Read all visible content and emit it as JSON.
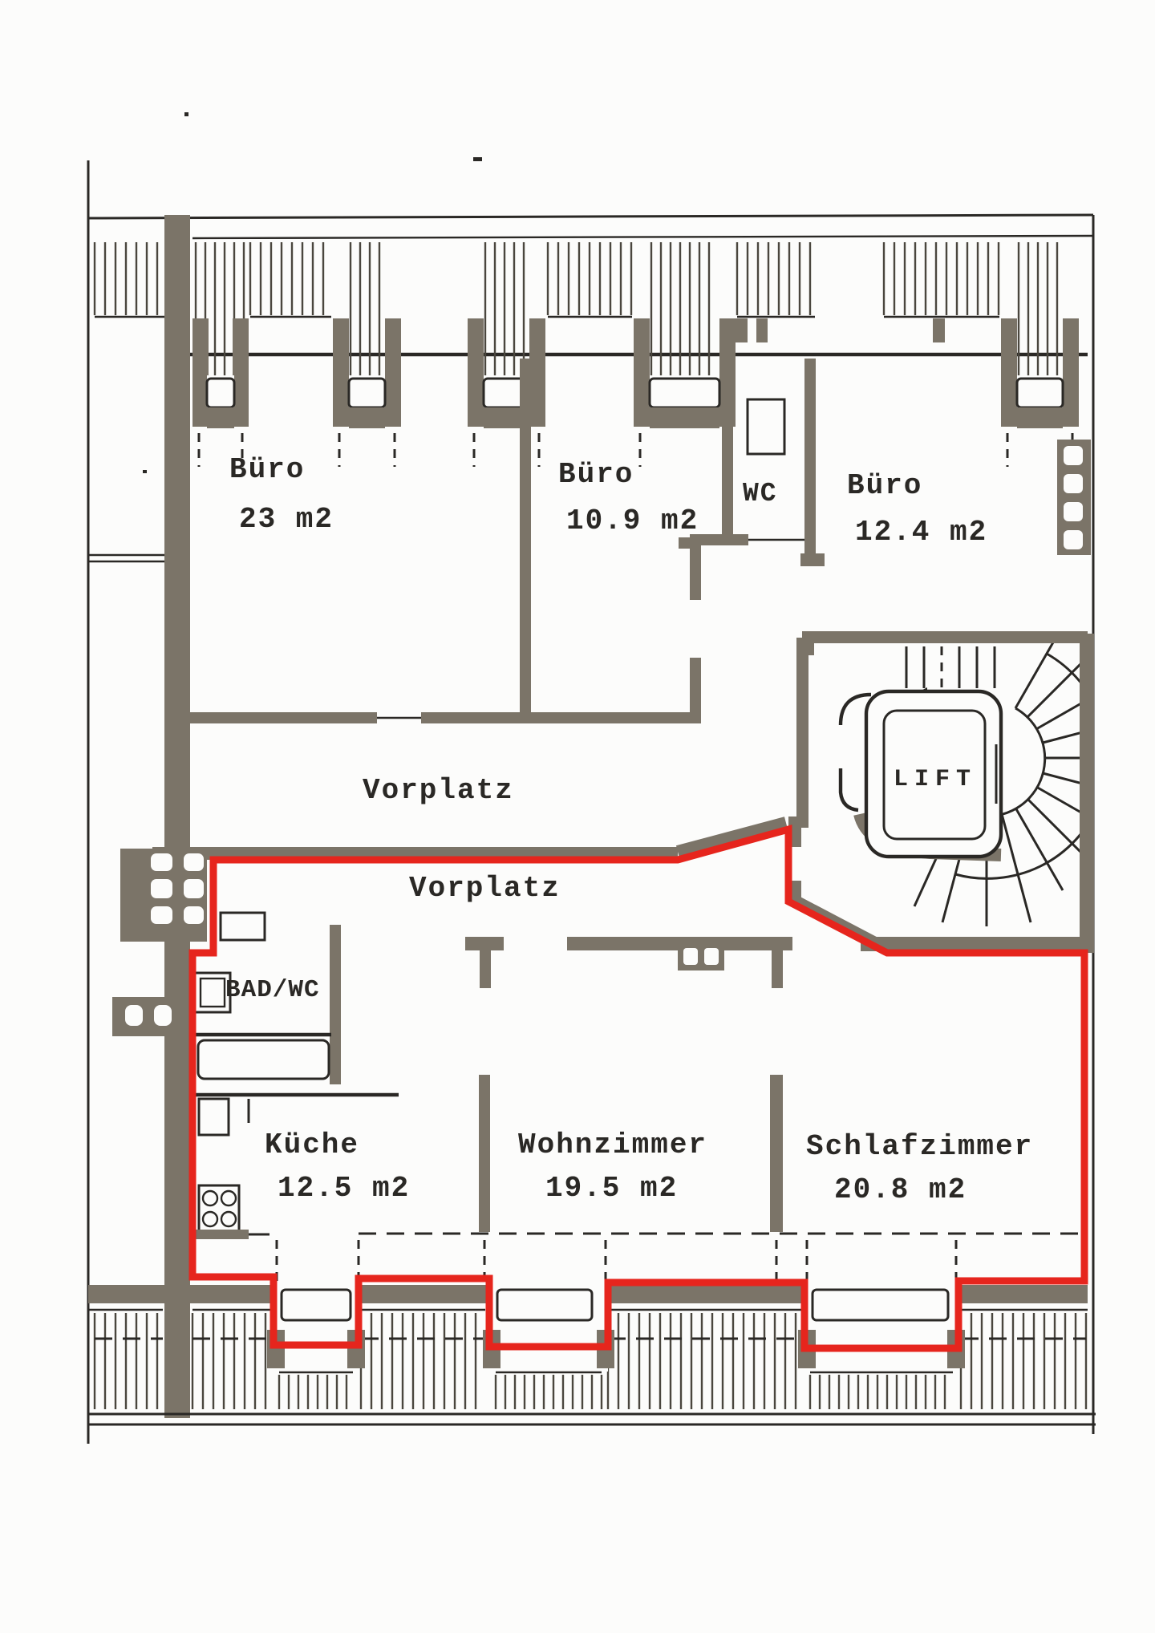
{
  "document": {
    "type": "scanned-floor-plan",
    "highlighted_unit_outline": "red",
    "floor_rooms": {
      "buero_links": {
        "name": "Büro",
        "area": "23 m2"
      },
      "buero_mitte": {
        "name": "Büro",
        "area": "10.9 m2"
      },
      "wc": {
        "name": "WC"
      },
      "buero_rechts": {
        "name": "Büro",
        "area": "12.4 m2"
      },
      "vorplatz_oben": {
        "name": "Vorplatz"
      },
      "lift": {
        "name": "LIFT"
      },
      "vorplatz_wohnung": {
        "name": "Vorplatz"
      },
      "bad_wc": {
        "name": "BAD/WC"
      },
      "kueche": {
        "name": "Küche",
        "area": "12.5 m2"
      },
      "wohnzimmer": {
        "name": "Wohnzimmer",
        "area": "19.5 m2"
      },
      "schlafzimmer": {
        "name": "Schlafzimmer",
        "area": "20.8 m2"
      }
    },
    "colors": {
      "highlight": "#e6251d",
      "wall": "#7b7468",
      "ink": "#2a2825",
      "hatch": "#4a463e",
      "paper": "#fcfcfb"
    }
  }
}
